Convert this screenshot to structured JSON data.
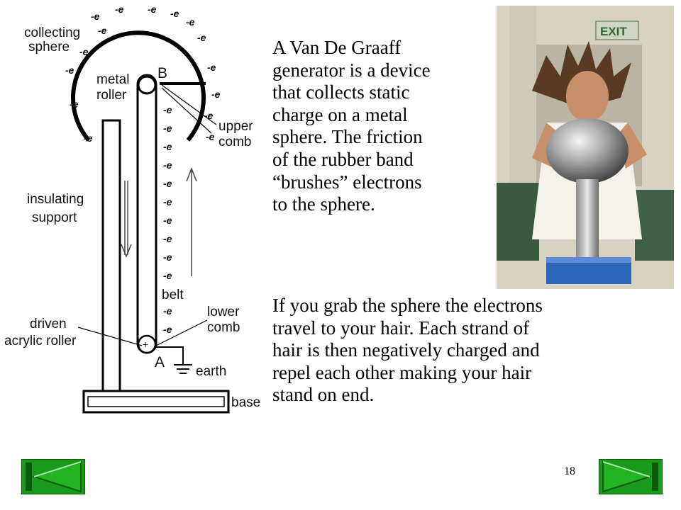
{
  "diagram": {
    "labels": {
      "collecting_sphere": [
        "collecting",
        "sphere"
      ],
      "metal_roller": [
        "metal",
        "roller"
      ],
      "point_b": "B",
      "upper_comb": [
        "upper",
        "comb"
      ],
      "insulating_support": [
        "insulating",
        "support"
      ],
      "belt": "belt",
      "lower_comb": [
        "lower",
        "comb"
      ],
      "driven_acrylic_roller": [
        "driven",
        "acrylic roller"
      ],
      "point_a": "A",
      "earth": "earth",
      "base": "base"
    },
    "charge_label": "-e",
    "plus_label": "+"
  },
  "photo": {
    "exit_sign": "EXIT"
  },
  "text": {
    "paragraph1": "A Van De Graaff\ngenerator is a device\nthat collects static\ncharge on a metal\nsphere.  The friction\nof the rubber band\n“brushes” electrons\nto the sphere.",
    "paragraph2": "If you grab the sphere the electrons\ntravel to your hair.  Each strand of\nhair is then negatively charged and\nrepel each other making your hair\nstand on end."
  },
  "slide_number": "18",
  "colors": {
    "nav_fill": "#1a9a1a",
    "nav_dark": "#0a5a0a",
    "nav_light": "#a8e8a8"
  }
}
